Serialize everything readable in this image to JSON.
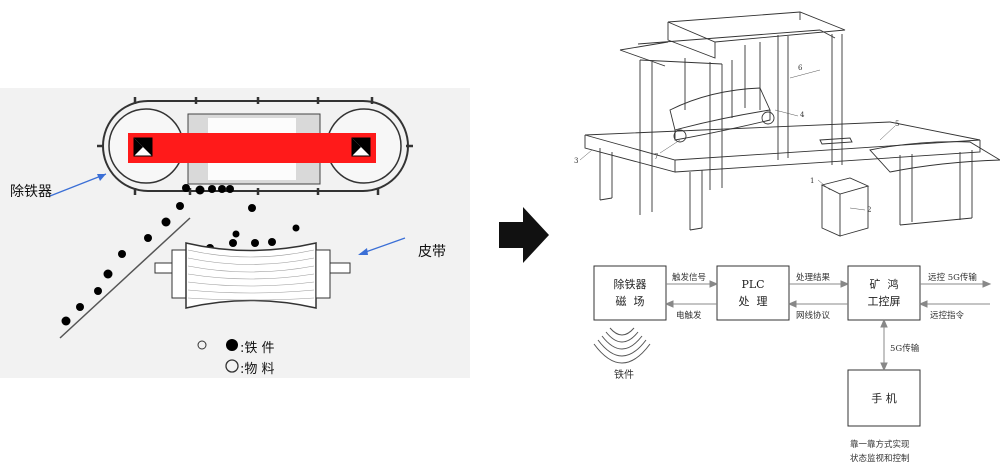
{
  "left_panel": {
    "separator_label": "除铁器",
    "belt_label": "皮带",
    "legend": {
      "iron_label": ":铁  件",
      "material_label": ":物  料"
    }
  },
  "right_panel": {
    "part_numbers": [
      "1",
      "2",
      "3",
      "4",
      "5",
      "6",
      "7"
    ],
    "flow": {
      "box_separator": "除铁器\n磁  场",
      "box_plc": "PLC\n处  理",
      "box_screen": "矿  鸿\n工控屏",
      "box_phone": "手  机",
      "trigger_signal": "触发信号",
      "power_trigger": "电触发",
      "process_result": "处理结果",
      "network_protocol": "网线协议",
      "remote_5g": "远控 5G传输",
      "remote_cmd": "远控指令",
      "link_5g": "5G传输",
      "iron_piece": "铁件",
      "phone_caption_1": "靠一靠方式实现",
      "phone_caption_2": "状态监视和控制"
    }
  },
  "colors": {
    "magnet_red": "#ff1a1a",
    "arrow_black": "#111111",
    "panel_bg": "#f2f2f2",
    "blue_arrow": "#3b6fd6"
  }
}
